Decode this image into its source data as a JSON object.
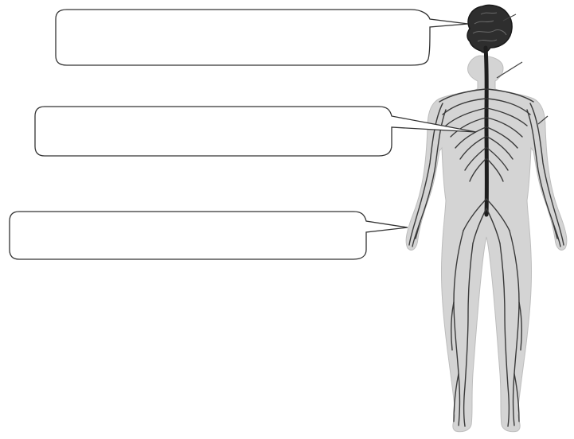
{
  "diagram": {
    "subject": "human-nervous-system",
    "colors": {
      "background": "#ffffff",
      "body_silhouette": "#d4d4d4",
      "brain": "#2e2e2e",
      "spinal_cord": "#1e1e1e",
      "nerves": "#3a3a3a",
      "callout_stroke": "#333333",
      "callout_fill": "#ffffff"
    },
    "callouts": [
      {
        "id": "brain",
        "points_to": "brain",
        "text": ""
      },
      {
        "id": "spinal-cord",
        "points_to": "spinal-cord",
        "text": ""
      },
      {
        "id": "nerves",
        "points_to": "nerves",
        "text": ""
      }
    ]
  }
}
